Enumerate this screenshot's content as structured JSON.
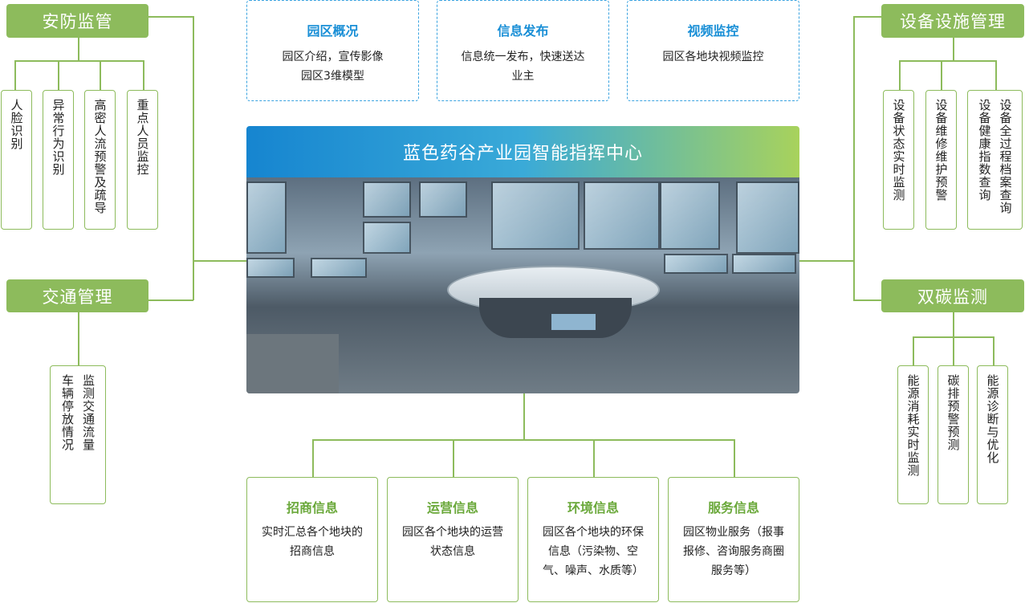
{
  "left": {
    "security": {
      "title": "安防监管",
      "items": [
        "人脸识别",
        "异常行为识别",
        "高密人流预警及疏导",
        "重点人员监控"
      ]
    },
    "traffic": {
      "title": "交通管理",
      "items": [
        "监测交通流量",
        "车辆停放情况"
      ]
    }
  },
  "right": {
    "equipment": {
      "title": "设备设施管理",
      "items": [
        "设备状态实时监测",
        "设备维修维护预警",
        "设备全过程档案查询",
        "设备健康指数查询"
      ]
    },
    "carbon": {
      "title": "双碳监测",
      "items": [
        "能源消耗实时监测",
        "碳排预警预测",
        "能源诊断与优化"
      ]
    }
  },
  "top": [
    {
      "title": "园区概况",
      "lines": [
        "园区介绍，宣传影像",
        "园区3维模型"
      ]
    },
    {
      "title": "信息发布",
      "lines": [
        "信息统一发布，快速送达",
        "业主"
      ]
    },
    {
      "title": "视频监控",
      "lines": [
        "园区各地块视频监控"
      ]
    }
  ],
  "center": {
    "title": "蓝色药谷产业园智能指挥中心"
  },
  "bottom": [
    {
      "title": "招商信息",
      "text": "实时汇总各个地块的招商信息"
    },
    {
      "title": "运营信息",
      "text": "园区各个地块的运营状态信息"
    },
    {
      "title": "环境信息",
      "text": "园区各个地块的环保信息（污染物、空气、噪声、水质等）"
    },
    {
      "title": "服务信息",
      "text": "园区物业服务（报事报修、咨询服务商圈服务等）"
    }
  ],
  "colors": {
    "green": "#8dbb5c",
    "blue": "#1a8fd6"
  }
}
